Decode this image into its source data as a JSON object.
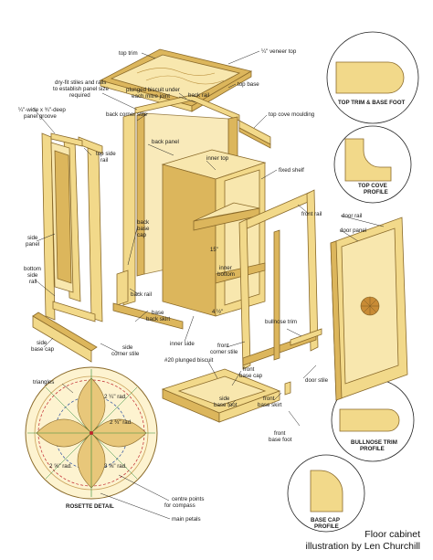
{
  "labels": {
    "top_trim": "top trim",
    "veneer_top": "¼\" veneer top",
    "top_base": "top base",
    "plunged_biscuit": "plunged biscuit under",
    "each_mitre": "each mitre joint",
    "back_rail": "back rail",
    "back_corner_stile": "back corner stile",
    "dry_fit_1": "dry-fit stiles and rails",
    "dry_fit_2": "to establish panel size",
    "dry_fit_3": "required",
    "groove_1": "¼\"-wide x ¾\"-deep",
    "groove_2": "panel groove",
    "top_side_rail_1": "top side",
    "top_side_rail_2": "rail",
    "back_panel": "back panel",
    "inner_top": "inner top",
    "top_cove_moulding": "top cove moulding",
    "fixed_shelf": "fixed shelf",
    "side_panel_1": "side",
    "side_panel_2": "panel",
    "bottom_side_rail_1": "bottom",
    "bottom_side_rail_2": "side",
    "bottom_side_rail_3": "rail",
    "back_base_cap_1": "back",
    "back_base_cap_2": "base",
    "back_base_cap_3": "cap",
    "back_rail_2": "back rail",
    "inner_bottom_1": "inner",
    "inner_bottom_2": "bottom",
    "front_rail": "front rail",
    "door_rail": "door rail",
    "door_panel": "door panel",
    "base_back_skirt_1": "base",
    "base_back_skirt_2": "back skirt",
    "side_base_cap_1": "side",
    "side_base_cap_2": "base cap",
    "side_corner_stile_1": "side",
    "side_corner_stile_2": "corner stile",
    "inner_side": "inner side",
    "front_corner_stile_1": "front",
    "front_corner_stile_2": "corner stile",
    "bullnose_trim": "bullnose trim",
    "plunged_biscuit_20": "#20 plunged biscuit",
    "front_base_cap_1": "front",
    "front_base_cap_2": "base cap",
    "side_base_foot_1": "side",
    "side_base_foot_2": "base foot",
    "front_base_skirt_1": "front",
    "front_base_skirt_2": "base skirt",
    "front_base_foot_1": "front",
    "front_base_foot_2": "base foot",
    "door_stile": "door stile",
    "triangles": "triangles",
    "rad_2_14": "2 ¼\" rad.",
    "rad_2_34": "2 ¾\" rad.",
    "rad_2_58": "2 ⅝\" rad.",
    "rad_3_58": "3 ⅝\" rad.",
    "centre_points_1": "centre points",
    "centre_points_2": "for compass",
    "main_petals": "main petals",
    "rosette_detail": "ROSETTE DETAIL",
    "dim_15": "15\"",
    "dim_4_12": "4 ½\""
  },
  "profiles": {
    "top_trim_base_foot": "TOP TRIM & BASE FOOT",
    "top_cove_1": "TOP COVE",
    "top_cove_2": "PROFILE",
    "bullnose_1": "BULLNOSE TRIM",
    "bullnose_2": "PROFILE",
    "base_cap_1": "BASE CAP",
    "base_cap_2": "PROFILE"
  },
  "credit": {
    "line1": "Floor cabinet",
    "line2": "illustration by Len Churchill"
  },
  "colors": {
    "wood": "#f2d98a",
    "wood_dark": "#dcb65c",
    "outline": "#8a6a2a",
    "rosette_red": "#c0262d",
    "rosette_blue": "#2b4fa0",
    "rosette_green": "#2e8b3a"
  }
}
